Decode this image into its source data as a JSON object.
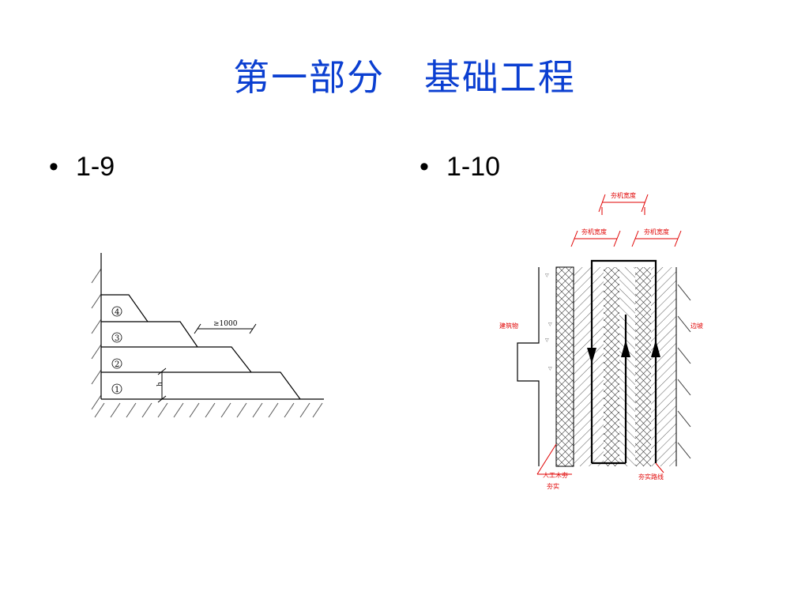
{
  "slide": {
    "title": "第一部分   基础工程",
    "bullets": [
      {
        "marker": "•",
        "label": "1-9"
      },
      {
        "marker": "•",
        "label": "1-10"
      }
    ]
  },
  "figure_1_9": {
    "layers": [
      "④",
      "③",
      "②",
      "①"
    ],
    "dimension": "≥1000",
    "height_symbol": "h"
  },
  "figure_1_10": {
    "labels": {
      "top_width": "夯机宽度",
      "left_width": "夯机宽度",
      "right_width": "夯机宽度",
      "building": "建筑物",
      "slope": "边坡",
      "manual_tamp_line1": "人工木夯",
      "manual_tamp_line2": "夯实",
      "tamp_route": "夯实路线"
    },
    "colors": {
      "annotation": "#e00000",
      "line": "#000000"
    }
  }
}
